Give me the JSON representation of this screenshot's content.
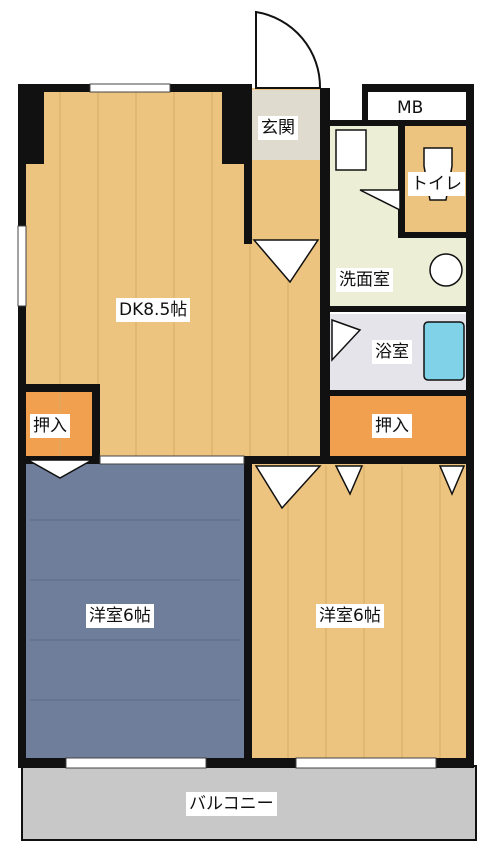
{
  "labels": {
    "entrance": "玄関",
    "mb": "MB",
    "toilet": "トイレ",
    "washroom": "洗面室",
    "dk": "DK8.5帖",
    "bath": "浴室",
    "closet_left": "押入",
    "closet_right": "押入",
    "western_left": "洋室6帖",
    "western_right": "洋室6帖",
    "balcony": "バルコニー"
  },
  "colors": {
    "wood": "#ecc47f",
    "carpet": "#6f7e9a",
    "closet": "#f0a04f",
    "tile": "#dfdccf",
    "wash": "#eceed6",
    "bath_tile": "#e4e4ea",
    "tub": "#7fd2e8",
    "balcony": "#c8c8c8",
    "wall": "#111111"
  }
}
